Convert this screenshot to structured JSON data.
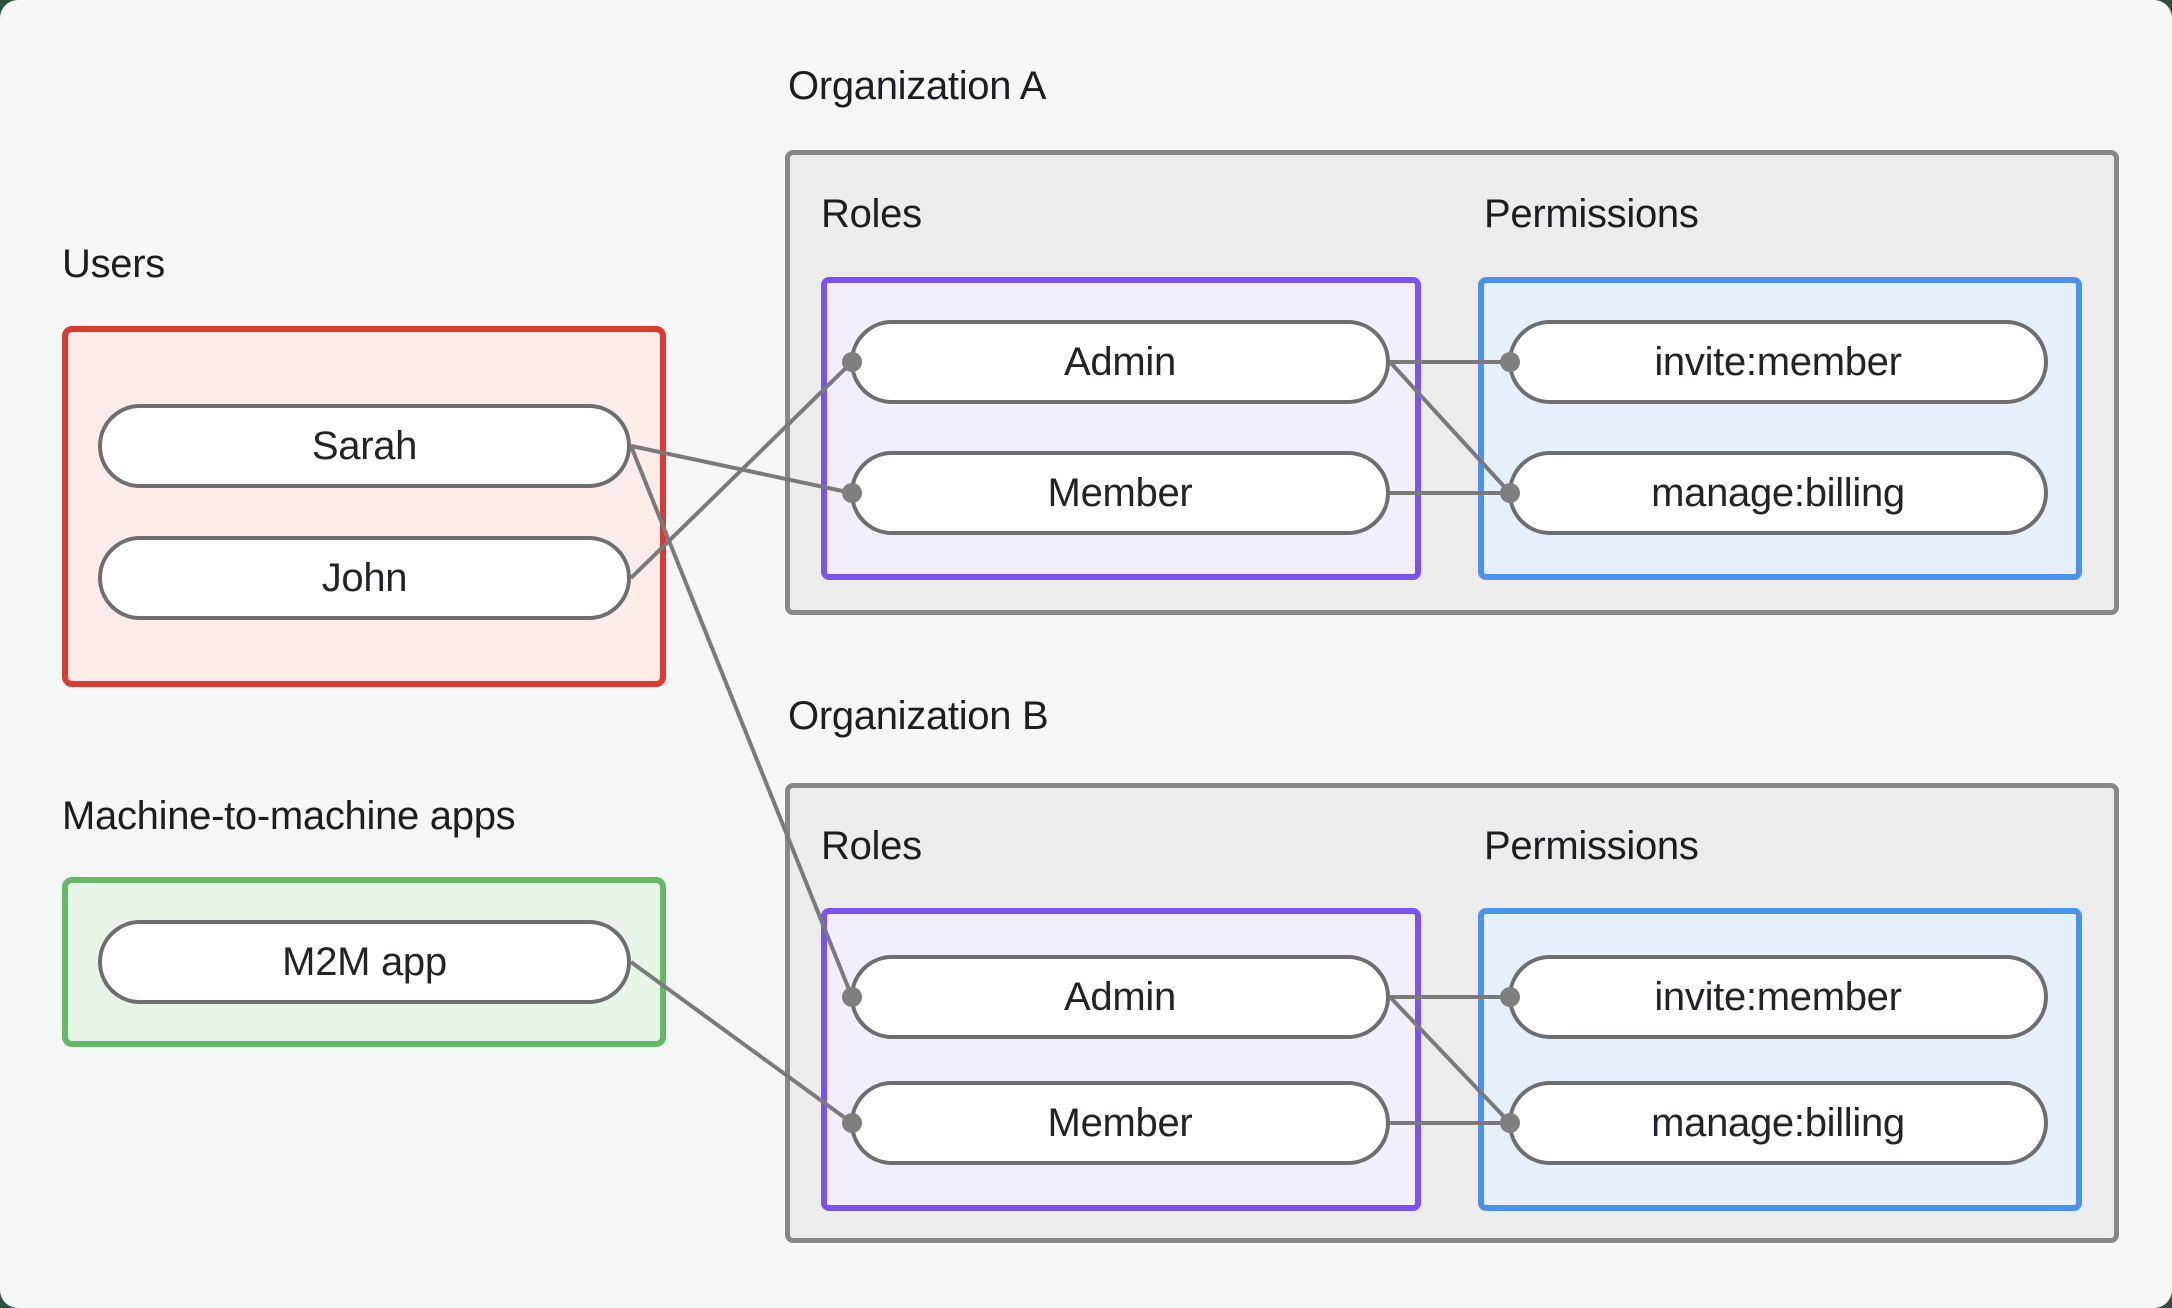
{
  "users": {
    "label": "Users",
    "items": [
      "Sarah",
      "John"
    ]
  },
  "m2m": {
    "label": "Machine-to-machine apps",
    "items": [
      "M2M app"
    ]
  },
  "orgs": [
    {
      "label": "Organization A",
      "roles_label": "Roles",
      "permissions_label": "Permissions",
      "roles": [
        "Admin",
        "Member"
      ],
      "permissions": [
        "invite:member",
        "manage:billing"
      ]
    },
    {
      "label": "Organization B",
      "roles_label": "Roles",
      "permissions_label": "Permissions",
      "roles": [
        "Admin",
        "Member"
      ],
      "permissions": [
        "invite:member",
        "manage:billing"
      ]
    }
  ],
  "edges": [
    {
      "from": "sarah",
      "to": "orgA.member"
    },
    {
      "from": "john",
      "to": "orgA.admin"
    },
    {
      "from": "sarah",
      "to": "orgB.admin"
    },
    {
      "from": "m2m",
      "to": "orgB.member"
    },
    {
      "from": "orgA.admin",
      "to": "orgA.invite"
    },
    {
      "from": "orgA.admin",
      "to": "orgA.billing"
    },
    {
      "from": "orgA.member",
      "to": "orgA.billing"
    },
    {
      "from": "orgB.admin",
      "to": "orgB.invite"
    },
    {
      "from": "orgB.admin",
      "to": "orgB.billing"
    },
    {
      "from": "orgB.member",
      "to": "orgB.billing"
    }
  ],
  "colors": {
    "page_background": "#2a523e",
    "card_background": "#f5f7f6",
    "users_border": "#d93b32",
    "users_fill": "#fcebe8",
    "m2m_border": "#64b967",
    "m2m_fill": "#e9f4e9",
    "org_border": "#878787",
    "org_fill": "#ececed",
    "roles_border": "#7b52f2",
    "roles_fill": "#f3eefc",
    "permissions_border": "#4a92f0",
    "permissions_fill": "#e5f0fc",
    "pill_border": "#6e6e6e",
    "line": "#7a7a7a",
    "dot": "#7f7f7f",
    "text": "#1b1d20"
  }
}
